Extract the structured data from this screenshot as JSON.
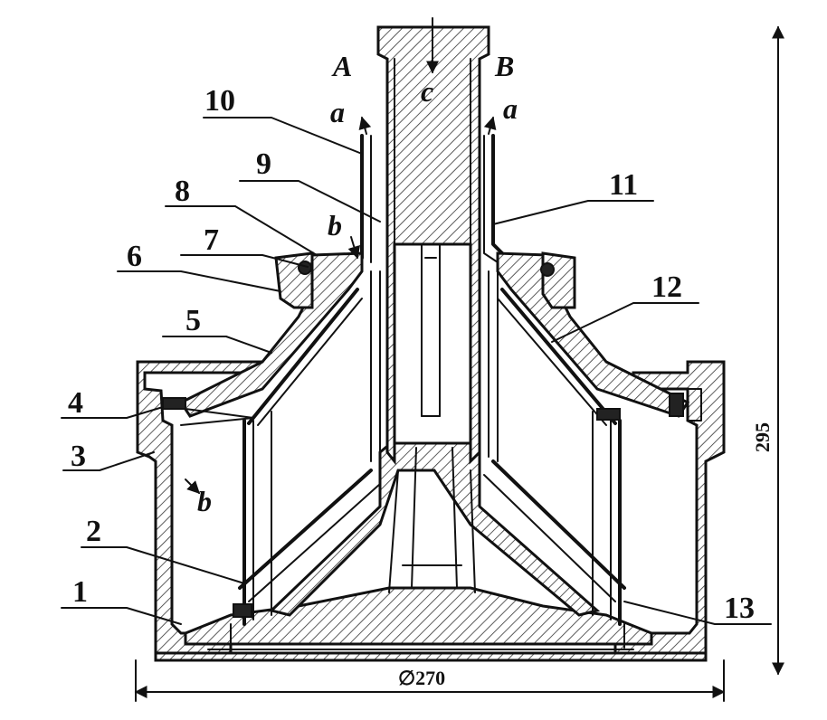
{
  "labels": {
    "n1": "1",
    "n2": "2",
    "n3": "3",
    "n4": "4",
    "n5": "5",
    "n6": "6",
    "n7": "7",
    "n8": "8",
    "n9": "9",
    "n10": "10",
    "n11": "11",
    "n12": "12",
    "n13": "13",
    "A": "A",
    "B": "B",
    "c": "c",
    "a_left": "a",
    "a_right": "a",
    "b_top": "b",
    "b_left": "b"
  },
  "dimensions": {
    "height": "295",
    "diameter": "∅270"
  },
  "colors": {
    "ink": "#111111",
    "paper": "#ffffff"
  }
}
